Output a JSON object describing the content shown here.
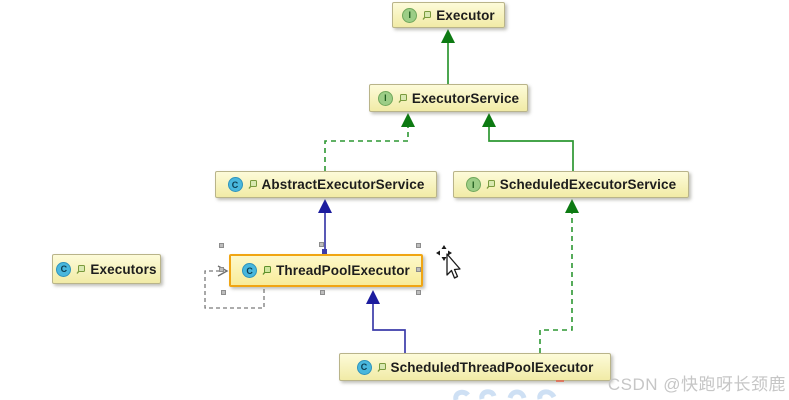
{
  "diagram": {
    "tool": "uml-class-diagram",
    "nodes": [
      {
        "id": "executor",
        "label": "Executor",
        "kind": "interface",
        "icon_letter": "I",
        "selected": false
      },
      {
        "id": "executor-service",
        "label": "ExecutorService",
        "kind": "interface",
        "icon_letter": "I",
        "selected": false
      },
      {
        "id": "abstract-executor-service",
        "label": "AbstractExecutorService",
        "kind": "class",
        "icon_letter": "C",
        "selected": false
      },
      {
        "id": "scheduled-executor-service",
        "label": "ScheduledExecutorService",
        "kind": "interface",
        "icon_letter": "I",
        "selected": false
      },
      {
        "id": "thread-pool-executor",
        "label": "ThreadPoolExecutor",
        "kind": "class",
        "icon_letter": "C",
        "selected": true
      },
      {
        "id": "executors",
        "label": "Executors",
        "kind": "class",
        "icon_letter": "C",
        "selected": false
      },
      {
        "id": "scheduled-thread-pool-executor",
        "label": "ScheduledThreadPoolExecutor",
        "kind": "class",
        "icon_letter": "C",
        "selected": false
      }
    ],
    "edges": [
      {
        "from": "ExecutorService",
        "to": "Executor",
        "relation": "extends",
        "line": "solid",
        "color": "#1f8a1f"
      },
      {
        "from": "AbstractExecutorService",
        "to": "ExecutorService",
        "relation": "implements",
        "line": "dashed",
        "color": "#1f8a1f"
      },
      {
        "from": "ScheduledExecutorService",
        "to": "Executor Service",
        "relation": "extends",
        "line": "solid",
        "color": "#1f8a1f"
      },
      {
        "from": "ThreadPoolExecutor",
        "to": "AbstractExecutorService",
        "relation": "extends",
        "line": "solid",
        "color": "#35359f"
      },
      {
        "from": "ScheduledThreadPoolExecutor",
        "to": "ThreadPoolExecutor",
        "relation": "extends",
        "line": "solid",
        "color": "#35359f"
      },
      {
        "from": "ScheduledThreadPoolExecutor",
        "to": "ScheduledExecutorService",
        "relation": "implements",
        "line": "dashed",
        "color": "#1f8a1f"
      },
      {
        "from": "pending-edge",
        "to": "ThreadPoolExecutor",
        "relation": "drag-preview",
        "line": "dashed",
        "color": "#7a7a7a"
      }
    ],
    "colors": {
      "node_fill_top": "#fdfbd9",
      "node_fill_bottom": "#f1eba6",
      "node_border": "#b9b48a",
      "selected_border": "#f0a513",
      "interface_icon": "#9ccd86",
      "class_icon": "#49b7dd",
      "interface_edge": "#1f8a1f",
      "class_edge": "#35359f"
    }
  },
  "watermark": {
    "text": "CSDN @快跑呀长颈鹿"
  }
}
